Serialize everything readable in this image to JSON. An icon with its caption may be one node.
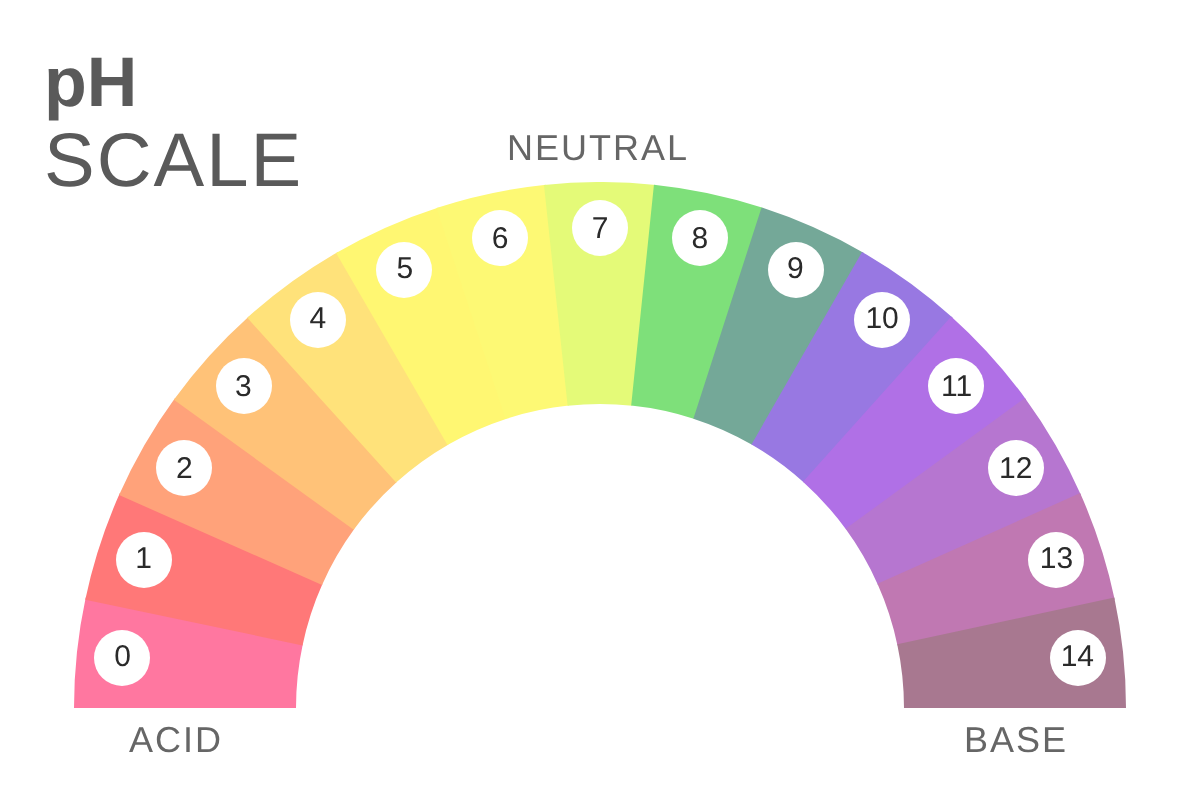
{
  "diagram": {
    "title": "**pH** SCALE",
    "nodes": [
      {
        "text": [
          "0"
        ]
      },
      {
        "text": [
          "1"
        ]
      },
      {
        "text": [
          "2"
        ]
      },
      {
        "text": [
          "3"
        ]
      },
      {
        "text": [
          "4"
        ]
      },
      {
        "text": [
          "5"
        ]
      },
      {
        "text": [
          "6"
        ]
      },
      {
        "text": [
          "7"
        ]
      },
      {
        "text": [
          "8"
        ]
      },
      {
        "text": [
          "9"
        ]
      },
      {
        "text": [
          "10"
        ]
      },
      {
        "text": [
          "11"
        ]
      },
      {
        "text": [
          "12"
        ]
      },
      {
        "text": [
          "13"
        ]
      },
      {
        "text": [
          "14"
        ]
      }
    ],
    "labels": [
      "NEUTRAL",
      "ACID",
      "BASE"
    ]
  }
}
